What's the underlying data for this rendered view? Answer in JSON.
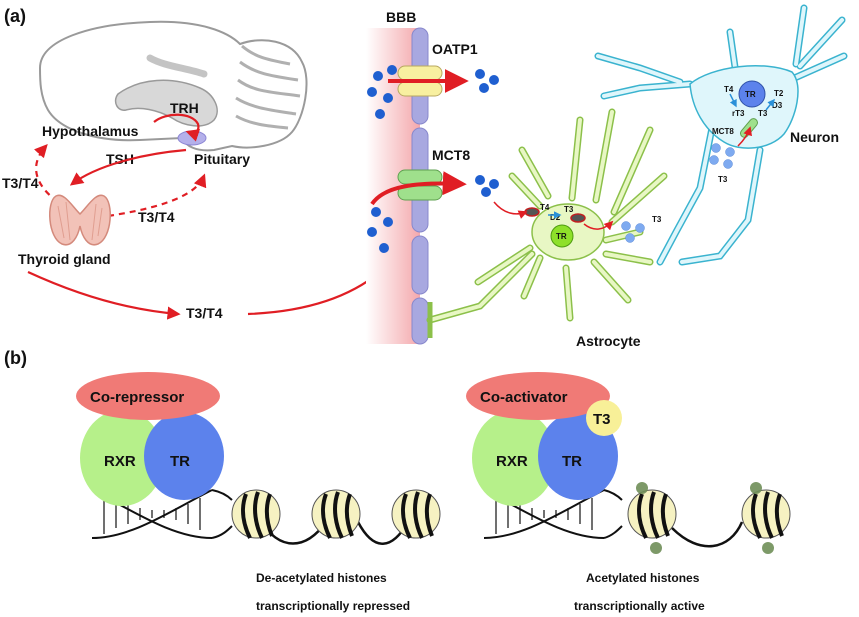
{
  "panel_a": {
    "label": "(a)",
    "bbb": "BBB",
    "trh": "TRH",
    "hypothalamus": "Hypothalamus",
    "pituitary": "Pituitary",
    "tsh": "TSH",
    "t3t4_left": "T3/T4",
    "t3t4_right": "T3/T4",
    "t3t4_bottom": "T3/T4",
    "thyroid_gland": "Thyroid gland",
    "oatp1": "OATP1",
    "mct8": "MCT8",
    "astrocyte": {
      "label": "Astrocyte",
      "t4": "T4",
      "t3": "T3",
      "d2": "D2",
      "tr": "TR",
      "t3_out": "T3"
    },
    "neuron": {
      "label": "Neuron",
      "tr": "TR",
      "t4": "T4",
      "t2": "T2",
      "rt3": "rT3",
      "t3": "T3",
      "d3": "D3",
      "mct8": "MCT8",
      "t3_in": "T3"
    }
  },
  "panel_b": {
    "label": "(b)",
    "left": {
      "coregulator": "Co-repressor",
      "rxr": "RXR",
      "tr": "TR",
      "histone_caption": "De-acetylated histones",
      "state_caption": "transcriptionally repressed"
    },
    "right": {
      "coregulator": "Co-activator",
      "t3": "T3",
      "rxr": "RXR",
      "tr": "TR",
      "histone_caption": "Acetylated histones",
      "state_caption": "transcriptionally active"
    }
  },
  "colors": {
    "arrow_red": "#e01e24",
    "bbb_pink": "#f6b0b4",
    "membrane_lavender": "#a8a8e0",
    "transporter_yellow": "#f8f0a0",
    "transporter_green": "#9fe08c",
    "astrocyte_green": "#e8f7c4",
    "astrocyte_outline": "#8cc04a",
    "neuron_cyan": "#dff6fb",
    "neuron_outline": "#3ab3cf",
    "hormone_blue": "#1f5fd0",
    "hormone_lightblue": "#7eaaf0",
    "corepressor_red": "#f07a76",
    "rxr_green": "#b6f08a",
    "tr_blue": "#5c82ec",
    "t3_yellow": "#f8f098",
    "histone_yellow": "#f6f2c2",
    "acetyl_green": "#6f8f58"
  }
}
